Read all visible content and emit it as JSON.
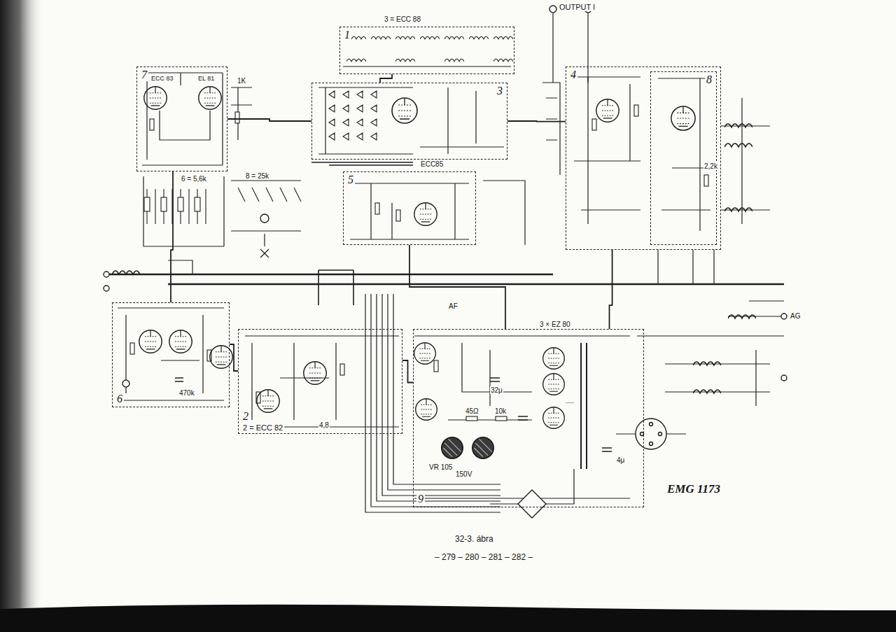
{
  "diagram": {
    "caption": "32-3. ábra",
    "nodes": [
      {
        "text": [
          "1"
        ]
      },
      {
        "text": [
          "7"
        ]
      },
      {
        "text": [
          "3"
        ]
      },
      {
        "text": [
          "4"
        ]
      },
      {
        "text": [
          "8"
        ],
        "in": 3
      },
      {
        "text": [
          "5"
        ]
      },
      {
        "text": [
          "6"
        ]
      },
      {
        "text": [
          "2",
          "2 = ECC 82"
        ]
      },
      {
        "text": [
          "9"
        ]
      }
    ],
    "edges": [
      {
        "from": 0,
        "to": 2,
        "arrow": "none"
      },
      {
        "from": 1,
        "to": 2,
        "arrow": "none"
      },
      {
        "from": 2,
        "to": 3,
        "arrow": "none"
      },
      {
        "from": 1,
        "to": 6,
        "arrow": "none"
      },
      {
        "from": 6,
        "to": 7,
        "arrow": "none"
      },
      {
        "from": 7,
        "to": 8,
        "arrow": "none"
      },
      {
        "from": 5,
        "to": 8,
        "arrow": "none"
      },
      {
        "from": 3,
        "to": 8,
        "arrow": "none"
      }
    ],
    "labels": [
      "OUTPUT I",
      "EMG 1173",
      "– 279 – 280 – 281 – 282 –",
      "ECC85",
      "3 = ECC 88",
      "3 × EZ 80",
      "6 = 5,6k",
      "8 = 25k",
      "1K",
      "VR 105",
      "150V",
      "10k",
      "45Ω",
      "4μ",
      "AF",
      "AG",
      "ECC 83",
      "EL 81",
      "4,8",
      "32μ",
      "470k",
      "2,2k"
    ]
  }
}
